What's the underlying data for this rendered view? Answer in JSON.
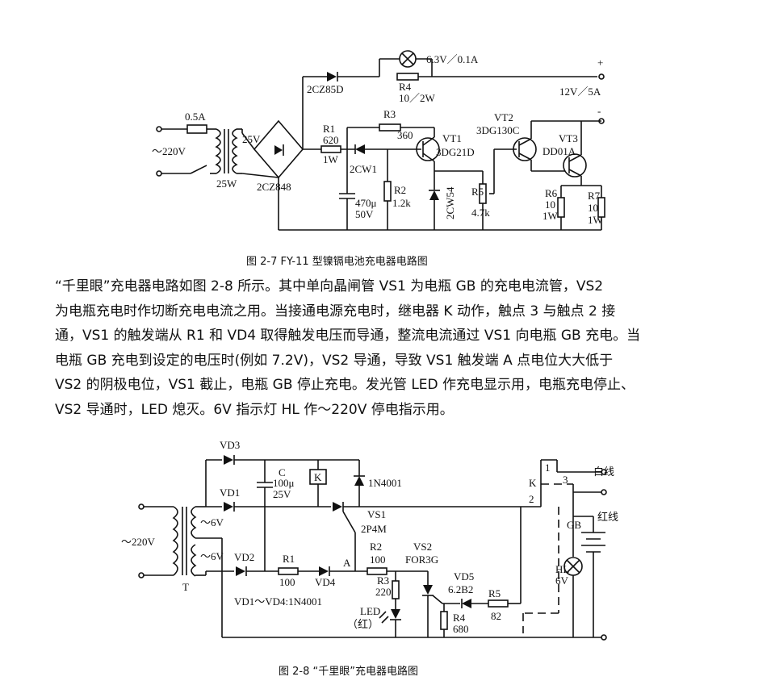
{
  "fig1": {
    "caption": "图 2-7   FY-11 型镍镉电池充电器电路图",
    "labels": {
      "fuse": "0.5A",
      "mains": "～220V",
      "transformer_power": "25W",
      "secondary": "25V",
      "bridge": "2CZ848",
      "diode": "2CZ85D",
      "lamp": "6.3V／0.1A",
      "r4": "R4",
      "r4_val": "10／2W",
      "output": "12V／5A",
      "plus": "+",
      "minus": "-",
      "r1": "R1",
      "r1_val": "620",
      "r1_pow": "1W",
      "r3": "R3",
      "r3_val": "360",
      "zener1": "2CW1",
      "cap_val": "470μ",
      "cap_volt": "50V",
      "r2": "R2",
      "r2_val": "1.2k",
      "zener2": "2CW54",
      "r5": "R5",
      "r5_val": "4.7k",
      "vt1": "VT1",
      "vt1_type": "3DG21D",
      "vt2": "VT2",
      "vt2_type": "3DG130C",
      "vt3": "VT3",
      "vt3_type": "DD01A",
      "r6": "R6",
      "r6_val": "10",
      "r6_pow": "1W",
      "r7": "R7",
      "r7_val": "10",
      "r7_pow": "1W"
    }
  },
  "paragraph": [
    "“千里眼”充电器电路如图 2-8 所示。其中单向晶闸管 VS1 为电瓶 GB 的充电电流管，VS2",
    "为电瓶充电时作切断充电电流之用。当接通电源充电时，继电器 K 动作，触点 3 与触点 2 接",
    "通，VS1 的触发端从 R1 和 VD4 取得触发电压而导通，整流电流通过 VS1 向电瓶 GB 充电。当",
    "电瓶 GB 充电到设定的电压时(例如 7.2V)，VS2 导通，导致 VS1 触发端 A 点电位大大低于",
    "VS2 的阴极电位，VS1 截止，电瓶 GB 停止充电。发光管 LED 作充电显示用，电瓶充电停止、",
    "VS2 导通时，LED 熄灭。6V 指示灯 HL 作～220V 停电指示用。"
  ],
  "fig2": {
    "caption": "图 2-8   “千里眼”充电器电路图",
    "labels": {
      "vd3": "VD3",
      "c": "C",
      "c_val": "100μ",
      "c_volt": "25V",
      "k_box": "K",
      "d_1n4001": "1N4001",
      "vd1": "VD1",
      "mains": "～220V",
      "sec1": "～6V",
      "sec2": "～6V",
      "t": "T",
      "vd2": "VD2",
      "r1": "R1",
      "r1_val": "100",
      "vd4": "VD4",
      "a": "A",
      "vs1": "VS1",
      "vs1_type": "2P4M",
      "r2": "R2",
      "r2_val": "100",
      "vs2": "VS2",
      "vs2_type": "FOR3G",
      "r3": "R3",
      "r3_val": "220",
      "led": "LED",
      "led_color": "（红）",
      "vd5": "VD5",
      "vd5_type": "6.2B2",
      "r5": "R5",
      "r5_val": "82",
      "r4": "R4",
      "r4_val": "680",
      "k": "K",
      "c1": "1",
      "c2": "2",
      "c3": "3",
      "white": "白线",
      "red": "红线",
      "gb": "GB",
      "hl": "HL",
      "hl_volt": "6V",
      "diodes_note": "VD1～VD4:1N4001"
    }
  }
}
